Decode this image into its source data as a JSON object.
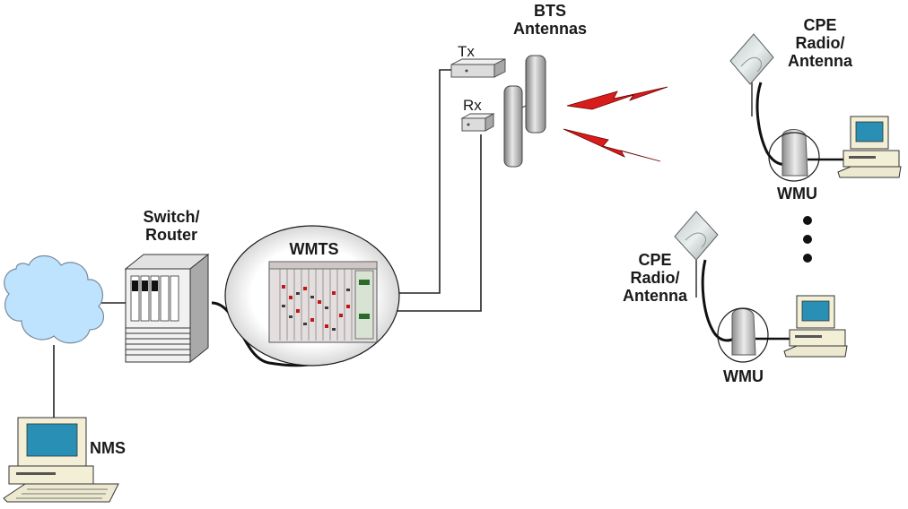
{
  "labels": {
    "bts_title": "BTS",
    "bts_sub": "Antennas",
    "tx": "Tx",
    "rx": "Rx",
    "cpe1_line1": "CPE",
    "cpe1_line2": "Radio/",
    "cpe1_line3": "Antenna",
    "wmu1": "WMU",
    "cpe2_line1": "CPE",
    "cpe2_line2": "Radio/",
    "cpe2_line3": "Antenna",
    "wmu2": "WMU",
    "switch_line1": "Switch/",
    "switch_line2": "Router",
    "wmts": "WMTS",
    "nms": "NMS"
  },
  "colors": {
    "bolt": "#d81c1c",
    "screen": "#2a8fb5",
    "cloud": "#bde3ff",
    "monitor": "#f2efd6"
  },
  "icons": [
    "cloud-icon",
    "switch-router-icon",
    "wmts-rack-icon",
    "tx-unit-icon",
    "rx-unit-icon",
    "panel-antenna-icon",
    "lightning-bolt-icon",
    "cpe-antenna-icon",
    "wmu-modem-icon",
    "desktop-computer-icon"
  ]
}
